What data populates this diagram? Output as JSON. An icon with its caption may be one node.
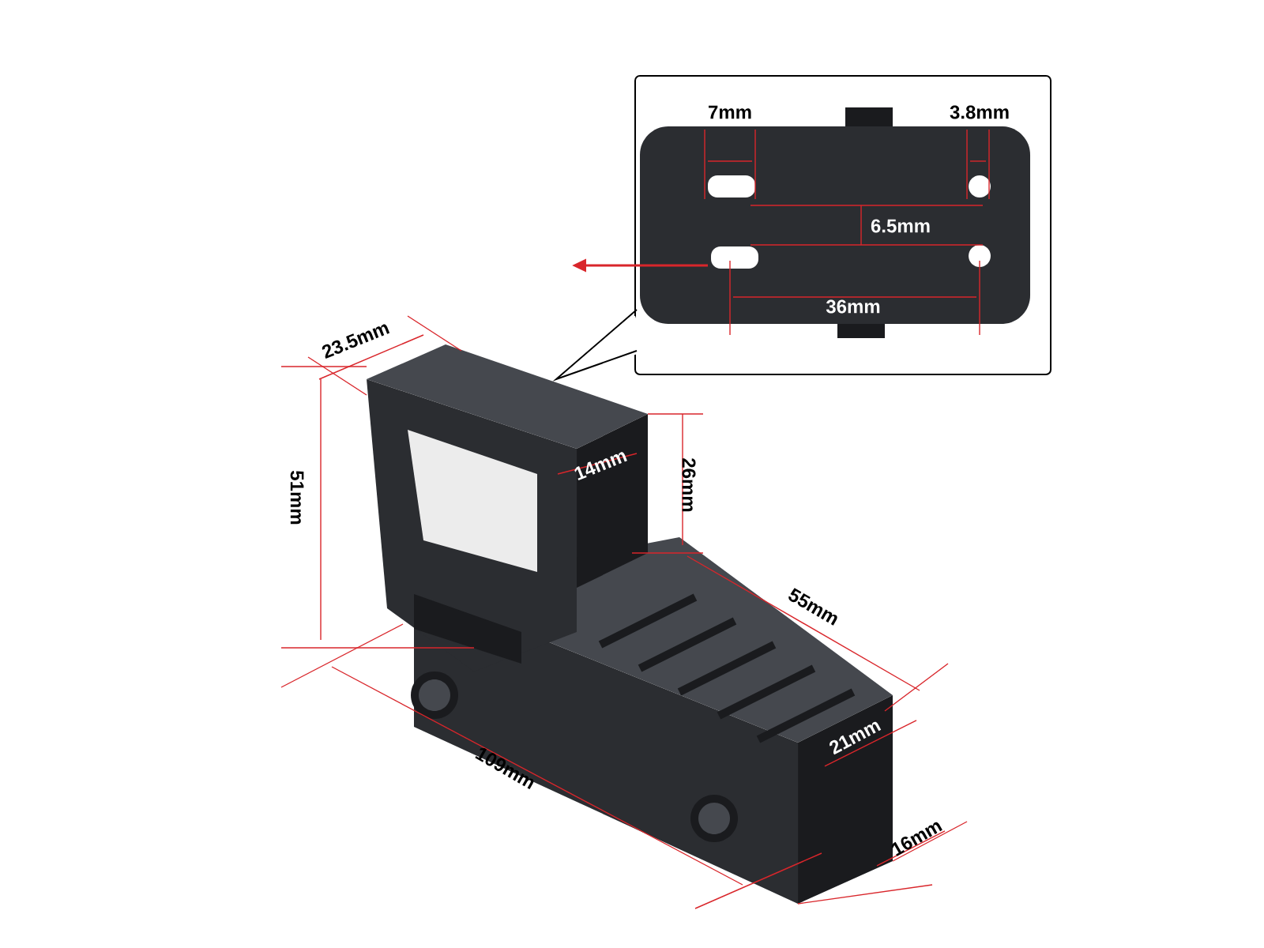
{
  "diagram": {
    "labels": [
      "7mm",
      "3.8mm",
      "6.5mm",
      "36mm",
      "23.5mm",
      "26mm",
      "14mm",
      "51mm",
      "55mm",
      "21mm",
      "109mm",
      "16mm"
    ]
  }
}
